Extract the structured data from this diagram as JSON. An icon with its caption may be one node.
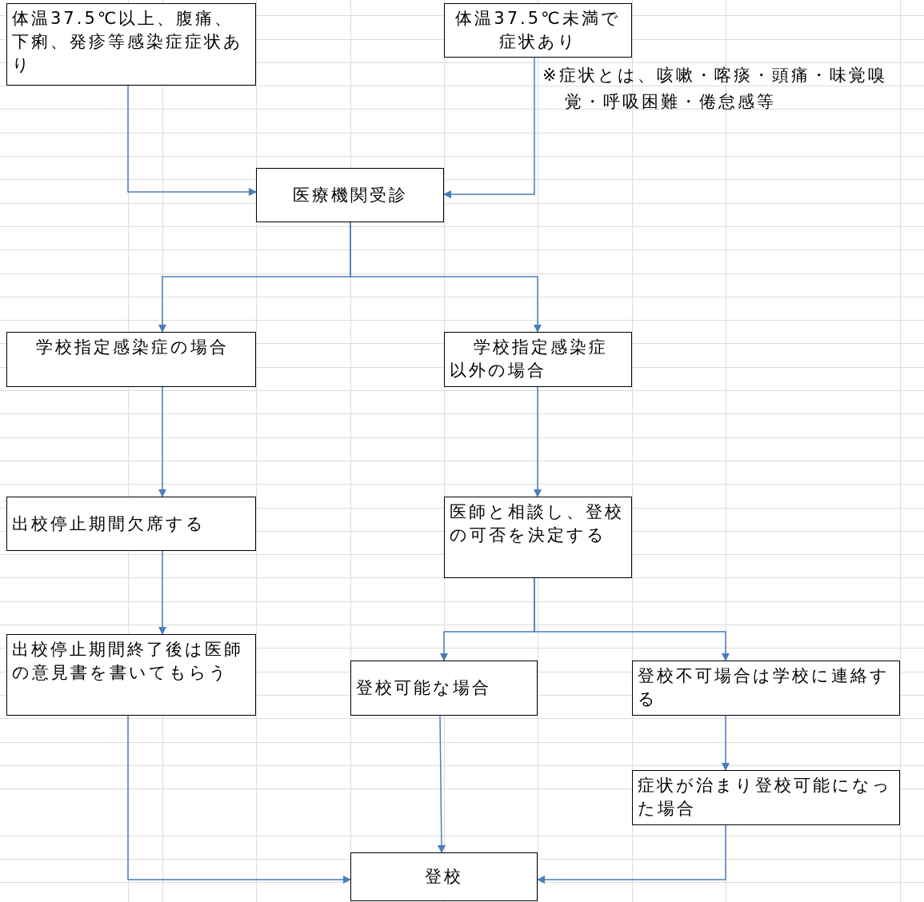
{
  "diagram": {
    "nodes": [
      {
        "text": [
          "体温37.5℃以上、腹痛、下痢、発疹等感染症症状あり"
        ]
      },
      {
        "text": [
          "体温37.5℃未満で症状あり"
        ]
      },
      {
        "text": [
          "医療機関受診"
        ]
      },
      {
        "text": [
          "学校指定感染症の場合"
        ]
      },
      {
        "text": [
          "学校指定感染症以外の場合"
        ]
      },
      {
        "text": [
          "出校停止期間欠席する"
        ]
      },
      {
        "text": [
          "医師と相談し、登校の可否を決定する"
        ]
      },
      {
        "text": [
          "出校停止期間終了後は医師の意見書を書いてもらう"
        ]
      },
      {
        "text": [
          "登校可能な場合"
        ]
      },
      {
        "text": [
          "登校不可場合は学校に連絡する"
        ]
      },
      {
        "text": [
          "症状が治まり登校可能になった場合"
        ]
      },
      {
        "text": [
          "登校"
        ]
      }
    ],
    "edges": [
      {
        "from": 0,
        "to": 2,
        "arrow": "to"
      },
      {
        "from": 1,
        "to": 2,
        "arrow": "to"
      },
      {
        "from": 2,
        "to": 3,
        "arrow": "to"
      },
      {
        "from": 2,
        "to": 4,
        "arrow": "to"
      },
      {
        "from": 3,
        "to": 5,
        "arrow": "to"
      },
      {
        "from": 4,
        "to": 6,
        "arrow": "to"
      },
      {
        "from": 5,
        "to": 7,
        "arrow": "to"
      },
      {
        "from": 6,
        "to": 8,
        "arrow": "to"
      },
      {
        "from": 6,
        "to": 9,
        "arrow": "to"
      },
      {
        "from": 7,
        "to": 11,
        "arrow": "to"
      },
      {
        "from": 8,
        "to": 11,
        "arrow": "to"
      },
      {
        "from": 9,
        "to": 10,
        "arrow": "to"
      },
      {
        "from": 10,
        "to": 11,
        "arrow": "to"
      }
    ],
    "labels": [
      "※症状とは、咳嗽・喀痰・頭痛・味覚嗅覚・呼吸困難・倦怠感等"
    ]
  }
}
